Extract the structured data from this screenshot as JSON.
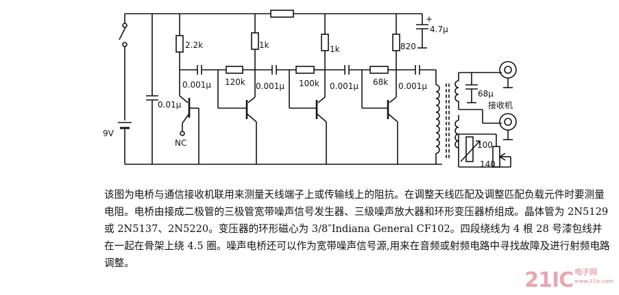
{
  "labels": {
    "r1": "2.2k",
    "r2": "1k",
    "r3": "1k",
    "r4": "820",
    "c_top": "4.7μ",
    "c_top_plus": "+",
    "c1": "0.001μ",
    "r5": "120k",
    "c2": "0.001μ",
    "r6": "100k",
    "c3": "0.001μ",
    "r7": "68k",
    "c4": "0.001μ",
    "c_left": "0.01μ",
    "c_right": "68μ",
    "battery": "9V",
    "nc": "NC",
    "receiver": "接收机",
    "pot1": "100",
    "pot2": "140"
  },
  "caption": "该图为电桥与通信接收机联用来测量天线端子上或传输线上的阻抗。在调整天线匹配及调整匹配负载元件时要测量电阻。电桥由接成二极管的三极管宽带噪声信号发生器、三级噪声放大器和环形变压器桥组成。晶体管为 2N5129 或 2N5137、2N5220。变压器的环形磁心为 3/8″Indiana General CF102。四段绕线为 4 根 28 号漆包线并在一起在骨架上绕 4.5 圈。噪声电桥还可以作为宽带噪声信号源,用来在音频或射频电路中寻找故障及进行射频电路调整。",
  "watermark": {
    "main": "21IC",
    "sub_line1": "电子网",
    "sub_line2": "www.21ic.com"
  }
}
